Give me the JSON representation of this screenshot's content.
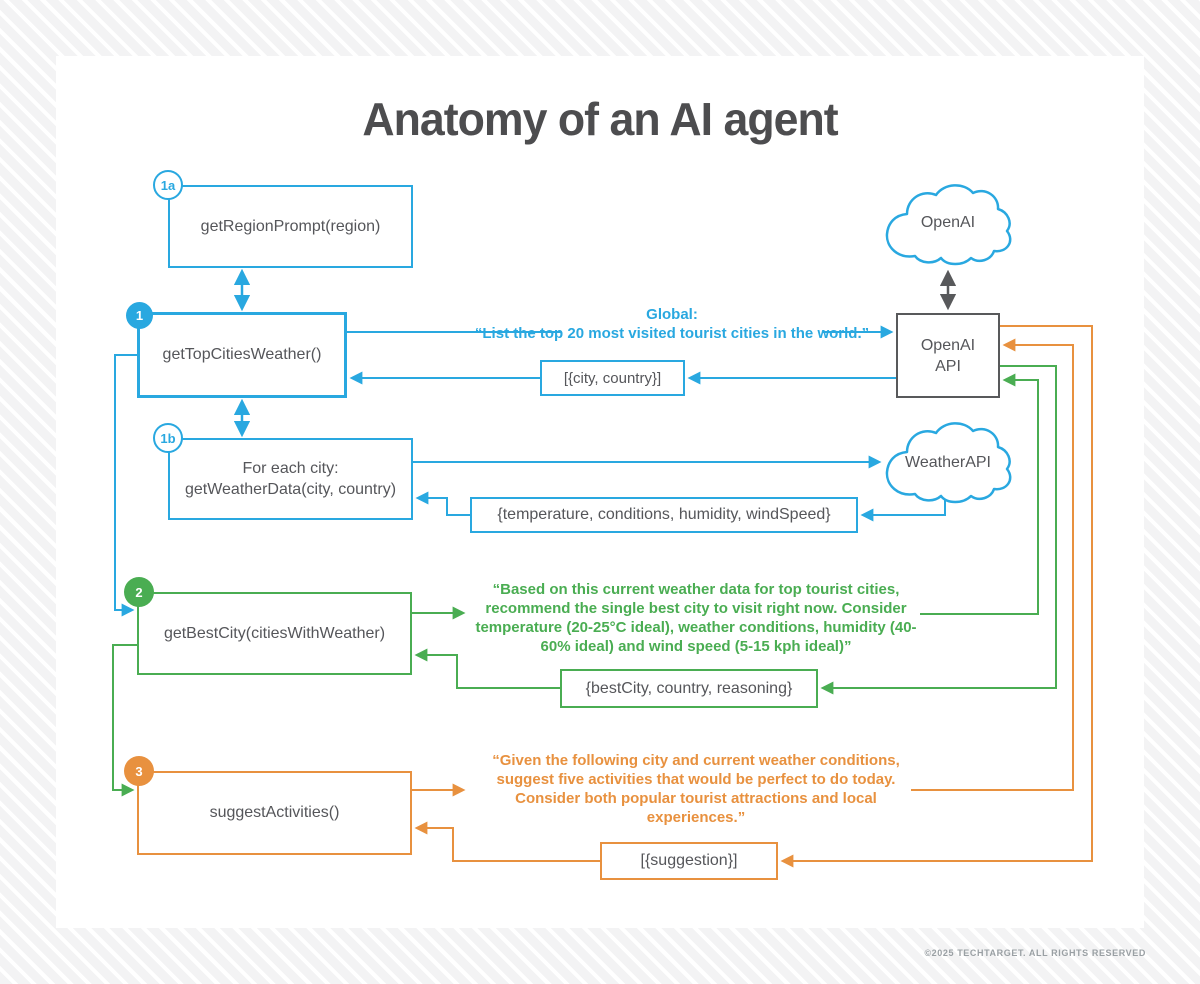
{
  "title": "Anatomy of an AI agent",
  "colors": {
    "blue": "#29a8e0",
    "green": "#4aad52",
    "orange": "#e8913f",
    "text_dark": "#55565a",
    "title_dark": "#4d4d4f"
  },
  "nodes": {
    "box1a": {
      "badge": "1a",
      "label": "getRegionPrompt(region)"
    },
    "box1": {
      "badge": "1",
      "label": "getTopCitiesWeather()"
    },
    "box1b": {
      "badge": "1b",
      "line1": "For each city:",
      "line2": "getWeatherData(city, country)"
    },
    "box2": {
      "badge": "2",
      "label": "getBestCity(citiesWithWeather)"
    },
    "box3": {
      "badge": "3",
      "label": "suggestActivities()"
    },
    "openai_cloud": {
      "label": "OpenAI"
    },
    "weather_cloud": {
      "label": "WeatherAPI"
    },
    "openai_api": {
      "line1": "OpenAI",
      "line2": "API"
    },
    "city_country": {
      "label": "[{city, country}]"
    },
    "temperature": {
      "label": "{temperature, conditions, humidity, windSpeed}"
    },
    "bestcity": {
      "label": "{bestCity, country, reasoning}"
    },
    "suggestion": {
      "label": "[{suggestion}]"
    }
  },
  "messages": {
    "global_label": "Global:",
    "global_prompt": "“List the top 20 most visited tourist cities in the world.”",
    "bestcity_prompt": "“Based on this current weather data for top tourist cities, recommend the single best city to visit right now. Consider temperature (20-25°C ideal), weather conditions, humidity (40-60% ideal) and wind speed (5-15 kph ideal)”",
    "activities_prompt": "“Given the following city and current weather conditions, suggest five activities that would be perfect to do today. Consider both popular tourist attractions and local experiences.”"
  },
  "footer": {
    "copyright": "©2025 TECHTARGET. ALL RIGHTS RESERVED"
  }
}
